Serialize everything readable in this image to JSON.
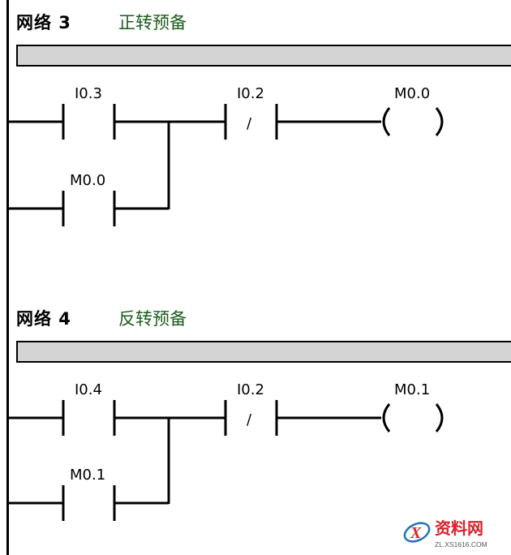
{
  "networks": [
    {
      "title": "网络 3",
      "comment": "正转预备",
      "contact_main": "I0.3",
      "contact_hold": "M0.0",
      "contact_nc": "I0.2",
      "nc_symbol": "/",
      "coil": "M0.0"
    },
    {
      "title": "网络 4",
      "comment": "反转预备",
      "contact_main": "I0.4",
      "contact_hold": "M0.1",
      "contact_nc": "I0.2",
      "nc_symbol": "/",
      "coil": "M0.1"
    }
  ],
  "watermark": {
    "brand": "资料网",
    "url": "ZL.XS1616.COM"
  },
  "colors": {
    "comment_text": "#1a5c1a",
    "comment_bar": "#d4d4d4",
    "watermark_brand": "#d8232a",
    "watermark_logo": "#1e73be"
  }
}
